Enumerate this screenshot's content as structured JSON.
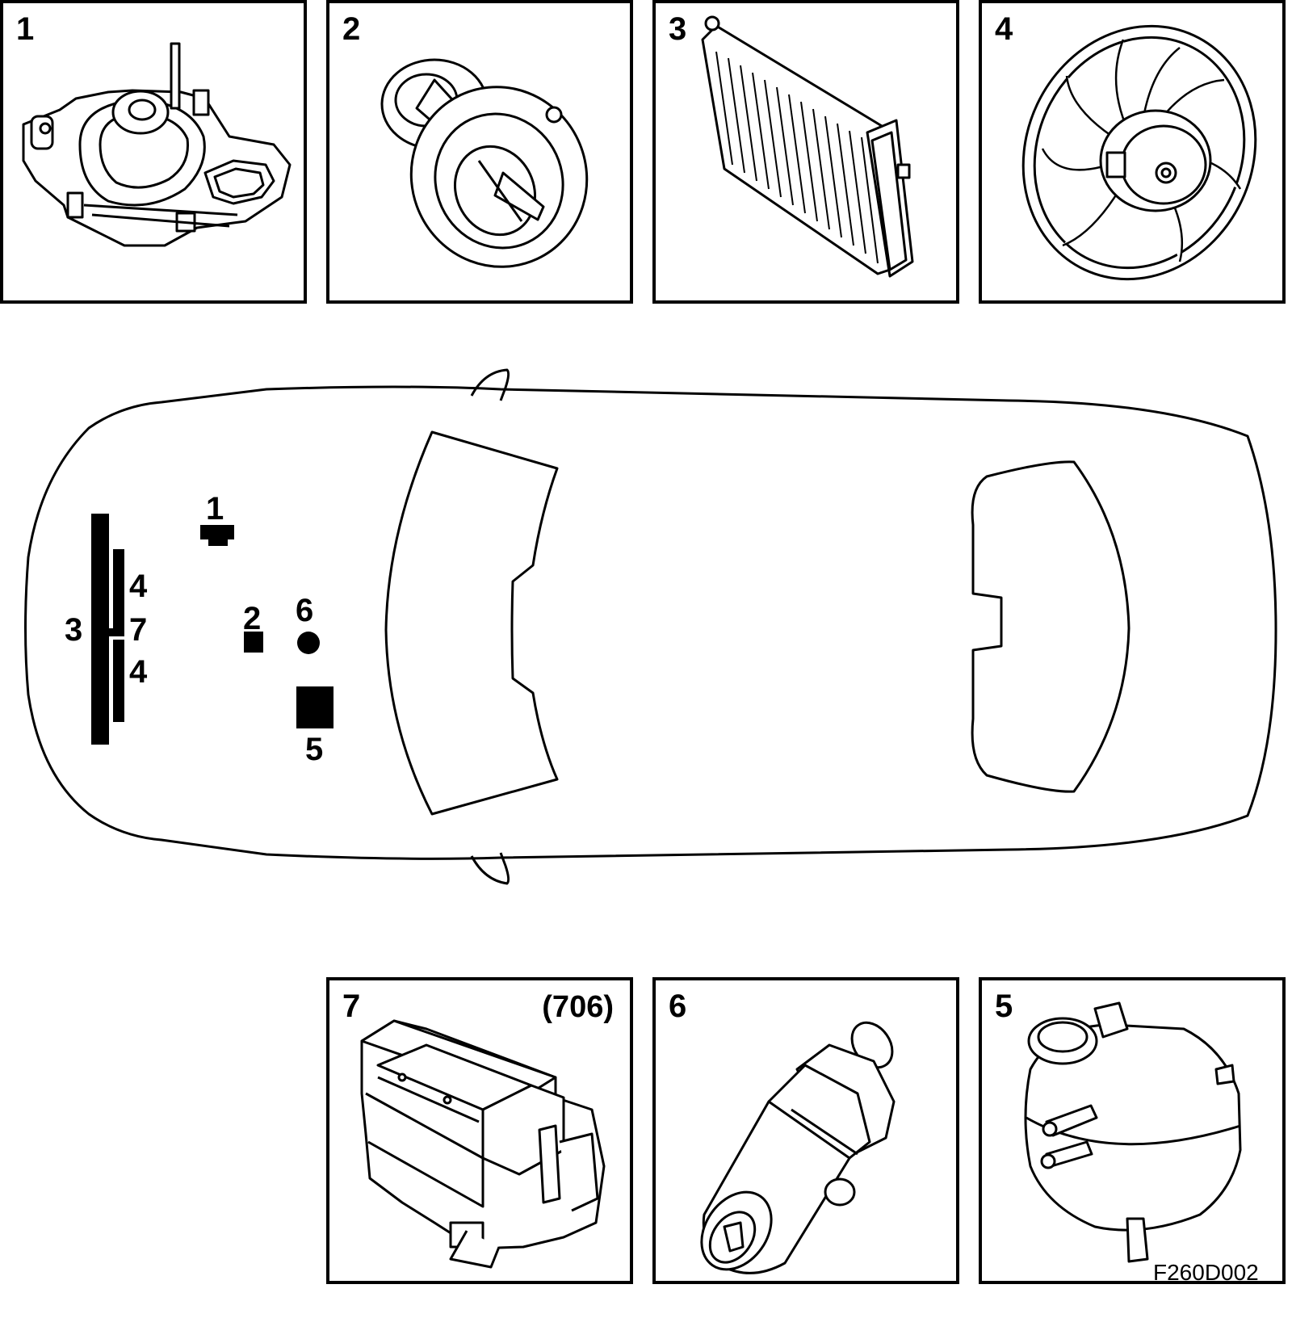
{
  "panels_top": [
    {
      "number": "1",
      "icon": "water-pump-icon"
    },
    {
      "number": "2",
      "icon": "thermostat-icon"
    },
    {
      "number": "3",
      "icon": "radiator-icon"
    },
    {
      "number": "4",
      "icon": "cooling-fan-icon"
    }
  ],
  "panels_bottom": [
    {
      "number": "7",
      "ref": "(706)",
      "icon": "control-module-icon"
    },
    {
      "number": "6",
      "icon": "auxiliary-pump-icon"
    },
    {
      "number": "5",
      "icon": "expansion-tank-icon"
    }
  ],
  "car_labels": {
    "l1": "1",
    "l2": "2",
    "l3": "3",
    "l4a": "4",
    "l4b": "4",
    "l5": "5",
    "l6": "6",
    "l7": "7"
  },
  "figure_code": "F260D002"
}
